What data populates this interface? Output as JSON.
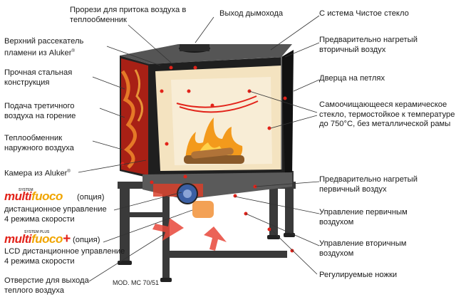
{
  "labels": {
    "air_slots": [
      "Прорези для притока воздуха в",
      "теплообменник"
    ],
    "flue_outlet": "Выход дымохода",
    "clean_glass": "С истема Чистое стекло",
    "top_deflector": [
      "Верхний рассекатель",
      "пламени из Aluker"
    ],
    "preheated_secondary": [
      "Предварительно нагретый",
      "вторичный воздух"
    ],
    "steel_construction": [
      "Прочная стальная",
      "конструкция"
    ],
    "hinged_door": "Дверца на петлях",
    "tertiary_air": [
      "Подача третичного",
      "воздуха на горение"
    ],
    "ceramic_glass": [
      "Самоочищающееся керамическое",
      "стекло, термостойкое к температуре",
      "до 750°C, без металлической  рамы"
    ],
    "heat_exchanger": [
      "Теплообменник",
      "наружного воздуха"
    ],
    "chamber": "Камера из Aluker",
    "preheated_primary": [
      "Предварительно нагретый",
      "первичный воздух"
    ],
    "primary_control": [
      "Управление первичным",
      "воздухом"
    ],
    "secondary_control": [
      "Управление вторичным",
      "воздухом"
    ],
    "adjustable_legs": "Регулируемые ножки",
    "hot_air_outlet": [
      "Отверстие для выхода",
      "теплого воздуха"
    ],
    "registered": "®"
  },
  "multifuoco": {
    "brand_a": "multi",
    "brand_b": "fuoco",
    "system": "SYSTEM",
    "option": "(опция)",
    "desc": [
      "дистанционное управление",
      "4 режима скорости"
    ]
  },
  "multifuoco_plus": {
    "brand_a": "multi",
    "brand_b": "fuoco",
    "system": "SYSTEM PLUS",
    "plus": "+",
    "option": "(опция)",
    "desc": [
      "LCD дистанционное управление",
      "4 режима скорости"
    ]
  },
  "model": "MOD. MC 70/51",
  "colors": {
    "fire": "#f39a1c",
    "chamber": "#f4e3c0",
    "steel": "#2b2b2b",
    "hot": "#e2231a",
    "frame": "#3a3a3a"
  }
}
